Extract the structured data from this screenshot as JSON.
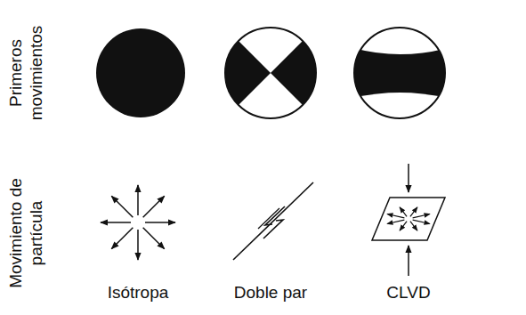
{
  "diagram": {
    "labels": [
      "Primeros movimientos",
      "Movimiento de partícula",
      "Isótropa",
      "Doble par",
      "CLVD"
    ]
  }
}
